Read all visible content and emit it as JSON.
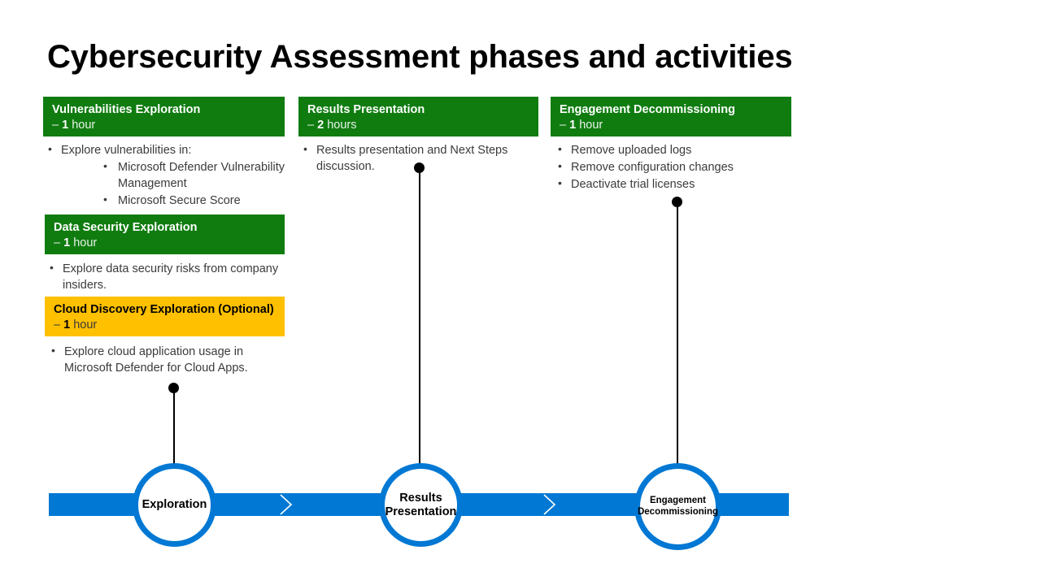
{
  "page": {
    "title": "Cybersecurity Assessment phases and activities",
    "background": "#FFFFFF"
  },
  "colors": {
    "green": "#107C10",
    "yellow": "#FFC000",
    "blue": "#0078D4",
    "text_dark": "#3B3B3B",
    "white": "#FFFFFF",
    "black": "#000000"
  },
  "columns": [
    {
      "name": "exploration-column",
      "blocks": [
        {
          "name": "vulnerabilities-exploration",
          "style": "green",
          "title": "Vulnerabilities Exploration",
          "dash": "–",
          "duration_number": "1",
          "duration_unit": "hour",
          "bullets": [
            {
              "text": "Explore vulnerabilities in:",
              "sub": [
                "Microsoft Defender Vulnerability Management",
                "Microsoft Secure Score"
              ]
            }
          ]
        },
        {
          "name": "data-security-exploration",
          "style": "green",
          "title": "Data Security Exploration",
          "dash": "–",
          "duration_number": "1",
          "duration_unit": "hour",
          "bullets": [
            {
              "text": "Explore data security risks from company insiders.",
              "sub": []
            }
          ]
        },
        {
          "name": "cloud-discovery-exploration",
          "style": "yellow",
          "title": "Cloud Discovery Exploration (Optional)",
          "dash": "–",
          "duration_number": "1",
          "duration_unit": "hour",
          "bullets": [
            {
              "text": "Explore cloud application usage in Microsoft Defender for Cloud Apps.",
              "sub": []
            }
          ]
        }
      ]
    },
    {
      "name": "results-presentation-column",
      "blocks": [
        {
          "name": "results-presentation",
          "style": "green",
          "title": "Results Presentation",
          "dash": "–",
          "duration_number": "2",
          "duration_unit": "hours",
          "bullets": [
            {
              "text": "Results presentation and Next Steps discussion.",
              "sub": []
            }
          ]
        }
      ]
    },
    {
      "name": "engagement-decommissioning-column",
      "blocks": [
        {
          "name": "engagement-decommissioning",
          "style": "green",
          "title": "Engagement Decommissioning",
          "dash": "–",
          "duration_number": "1",
          "duration_unit": "hour",
          "bullets": [
            {
              "text": "Remove uploaded logs",
              "sub": []
            },
            {
              "text": "Remove configuration changes",
              "sub": []
            },
            {
              "text": "Deactivate trial licenses",
              "sub": []
            }
          ]
        }
      ]
    }
  ],
  "timeline": {
    "name": "phase-timeline",
    "nodes": [
      {
        "name": "node-exploration",
        "label": "Exploration",
        "size": "lg"
      },
      {
        "name": "node-results-presentation",
        "label": "Results\nPresentation",
        "size": "lg"
      },
      {
        "name": "node-engagement-decommissioning",
        "label": "Engagement\nDecommissioning",
        "size": "sm"
      }
    ],
    "separators": 2
  }
}
